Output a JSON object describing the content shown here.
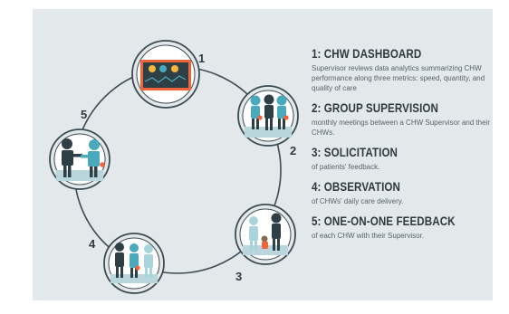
{
  "colors": {
    "background": "#e3e9eb",
    "teal": "#49a9bd",
    "dark": "#2f3f46",
    "orange": "#f0643a",
    "ring": "#3d4b52"
  },
  "cycle": [
    {
      "number": "1",
      "icon": "dashboard-monitor-icon"
    },
    {
      "number": "2",
      "icon": "group-supervision-icon"
    },
    {
      "number": "3",
      "icon": "observation-patients-icon"
    },
    {
      "number": "4",
      "icon": "observation-care-delivery-icon"
    },
    {
      "number": "5",
      "icon": "one-on-one-feedback-icon"
    }
  ],
  "steps": [
    {
      "title": "1: CHW DASHBOARD",
      "description": "Supervisor reviews data analytics summarizing CHW performance along three metrics: speed, quantity, and quality of care"
    },
    {
      "title": "2: GROUP SUPERVISION",
      "description": "monthly meetings between a CHW Supervisor and their CHWs."
    },
    {
      "title": "3: SOLICITATION",
      "description": "of patients' feedback."
    },
    {
      "title": "4: OBSERVATION",
      "description": "of CHWs' daily care delivery."
    },
    {
      "title": "5: ONE-ON-ONE FEEDBACK",
      "description": "of each CHW with their Supervisor."
    }
  ]
}
